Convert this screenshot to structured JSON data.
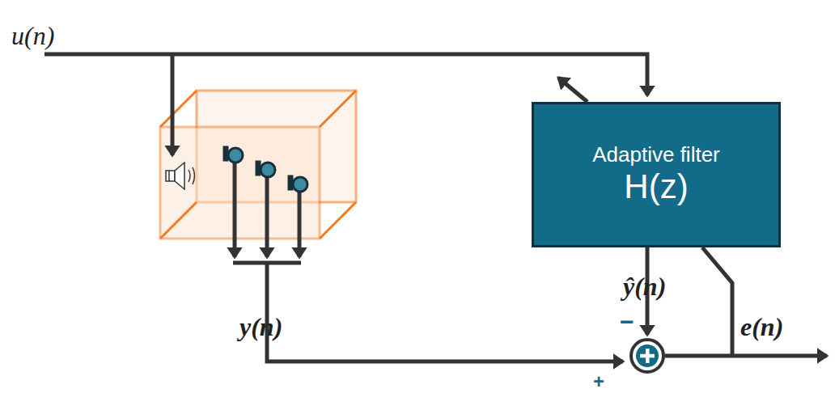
{
  "diagram": {
    "nodes": [
      {
        "text": [
          "Adaptive filter",
          "H(z)"
        ]
      }
    ],
    "labels": [
      "u(n)",
      "y(n)",
      "ŷ(n)",
      "e(n)",
      "−",
      "+"
    ]
  }
}
